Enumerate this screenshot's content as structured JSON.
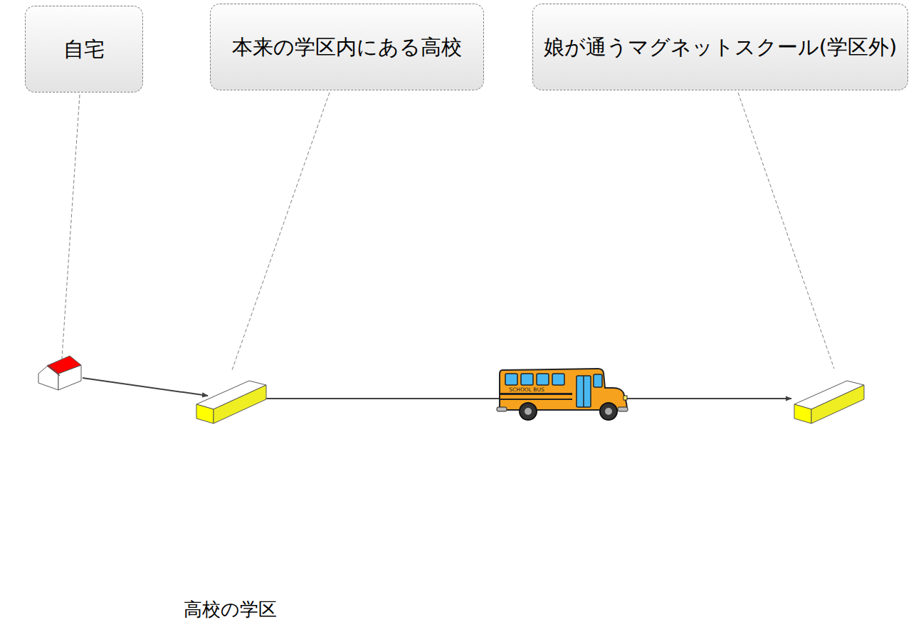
{
  "diagram": {
    "nodes": [
      {
        "text": [
          "自宅"
        ]
      },
      {
        "text": [
          "本来の学区内にある高校"
        ]
      },
      {
        "text": [
          "娘が通うマグネットスクール(学区外)"
        ]
      },
      {
        "text": [
          "高校の学区"
        ]
      }
    ],
    "labels": [
      "SCHOOL BUS"
    ]
  }
}
